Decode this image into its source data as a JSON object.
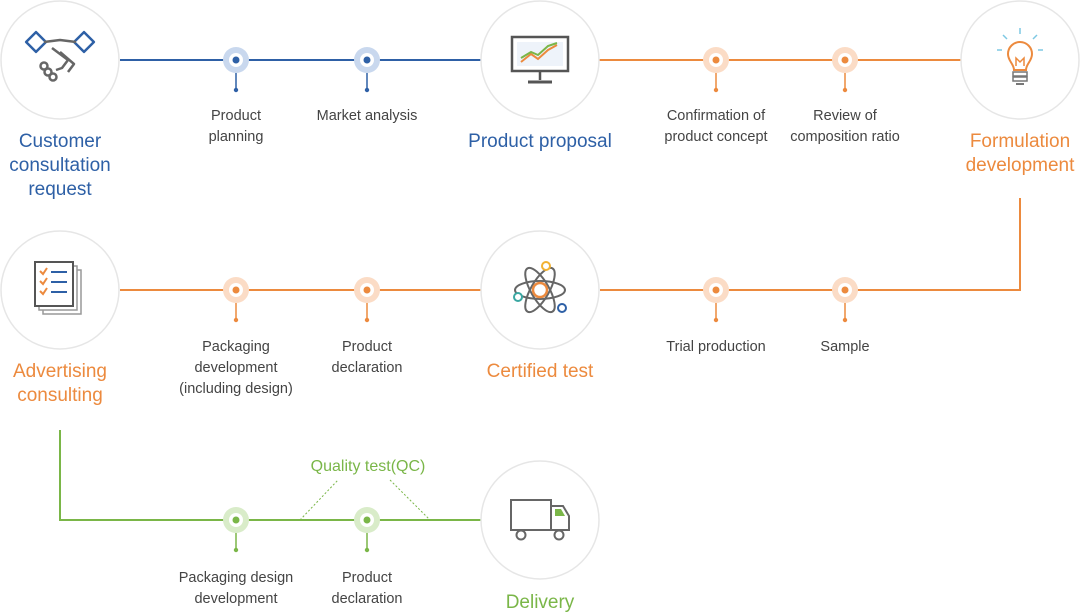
{
  "colors": {
    "blue": "#2e60a6",
    "blue_halo": "#c9d8ee",
    "orange": "#ec8a3e",
    "orange_halo": "#fbdcc6",
    "green": "#7ab648",
    "green_halo": "#d9ecc9",
    "circle_border": "#e6e6e6"
  },
  "stages": {
    "customer": "Customer\nconsultation\nrequest",
    "proposal": "Product proposal",
    "formulation": "Formulation\ndevelopment",
    "advertising": "Advertising\nconsulting",
    "certified": "Certified test",
    "delivery": "Delivery"
  },
  "icons": {
    "customer": "handshake-icon",
    "proposal": "monitor-chart-icon",
    "formulation": "lightbulb-icon",
    "advertising": "checklist-icon",
    "certified": "atom-icon",
    "delivery": "truck-icon"
  },
  "steps": {
    "product_planning": "Product\nplanning",
    "market_analysis": "Market analysis",
    "confirmation": "Confirmation of\nproduct concept",
    "review": "Review of\ncomposition ratio",
    "packaging_dev": "Packaging\ndevelopment\n(including design)",
    "product_declaration_1": "Product\ndeclaration",
    "trial_production": "Trial production",
    "sample": "Sample",
    "packaging_design": "Packaging design\ndevelopment",
    "product_declaration_2": "Product\ndeclaration"
  },
  "quality_test": "Quality test(QC)"
}
